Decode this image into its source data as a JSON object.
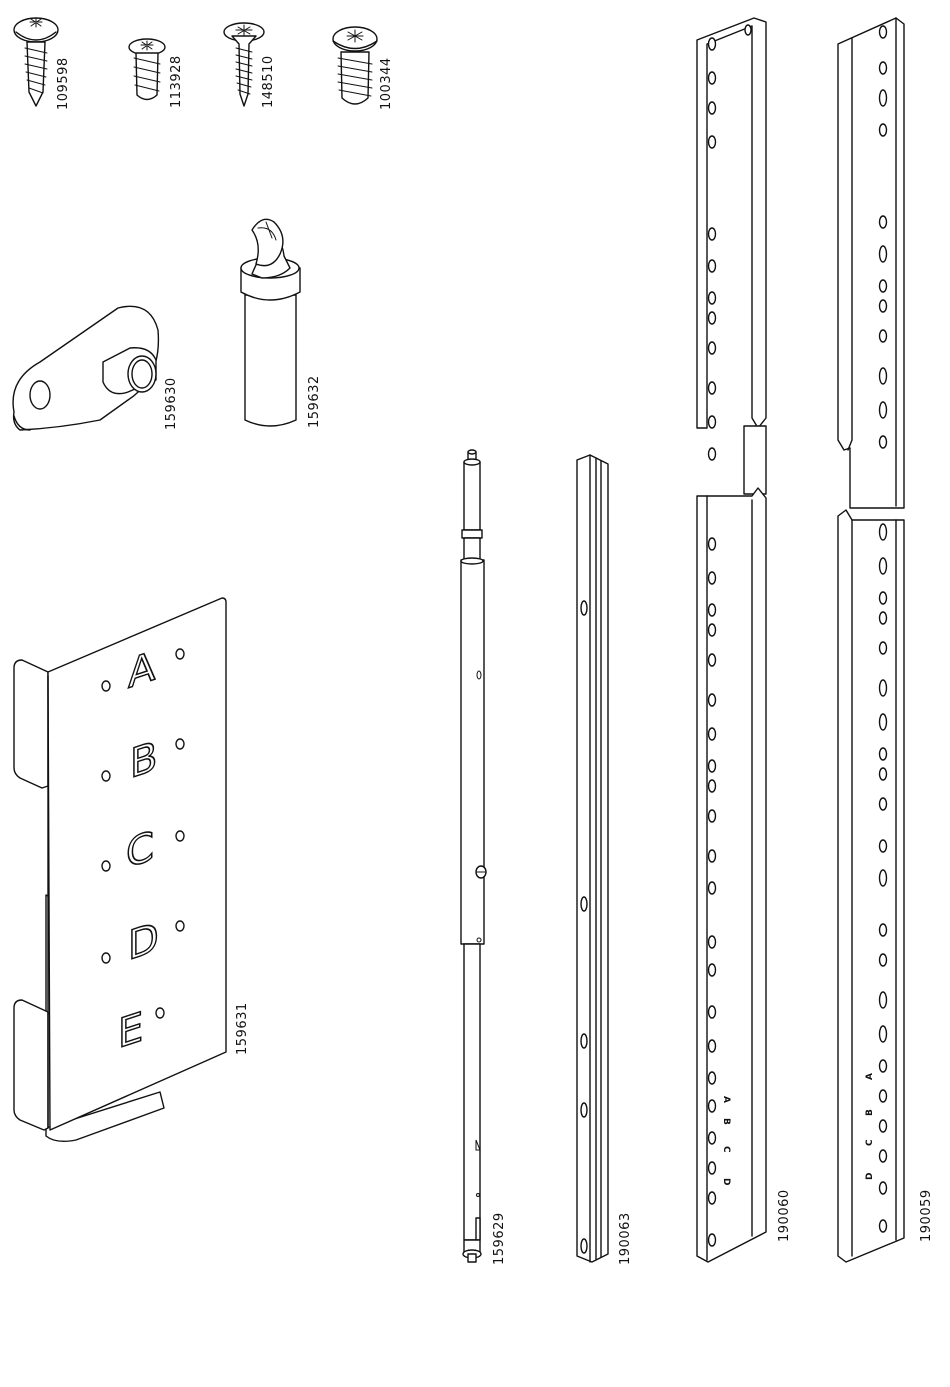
{
  "parts": [
    {
      "id": "screw-109598",
      "number": "109598"
    },
    {
      "id": "screw-113928",
      "number": "113928"
    },
    {
      "id": "screw-148510",
      "number": "148510"
    },
    {
      "id": "screw-100344",
      "number": "100344"
    },
    {
      "id": "bracket-159630",
      "number": "159630"
    },
    {
      "id": "bit-159632",
      "number": "159632"
    },
    {
      "id": "jig-159631",
      "number": "159631"
    },
    {
      "id": "rod-159629",
      "number": "159629"
    },
    {
      "id": "rail-190063",
      "number": "190063"
    },
    {
      "id": "rail-190060",
      "number": "190060"
    },
    {
      "id": "rail-190059",
      "number": "190059"
    }
  ],
  "jig_letters": [
    "A",
    "B",
    "C",
    "D",
    "E"
  ],
  "rail_letters": [
    "A",
    "B",
    "C",
    "D"
  ]
}
